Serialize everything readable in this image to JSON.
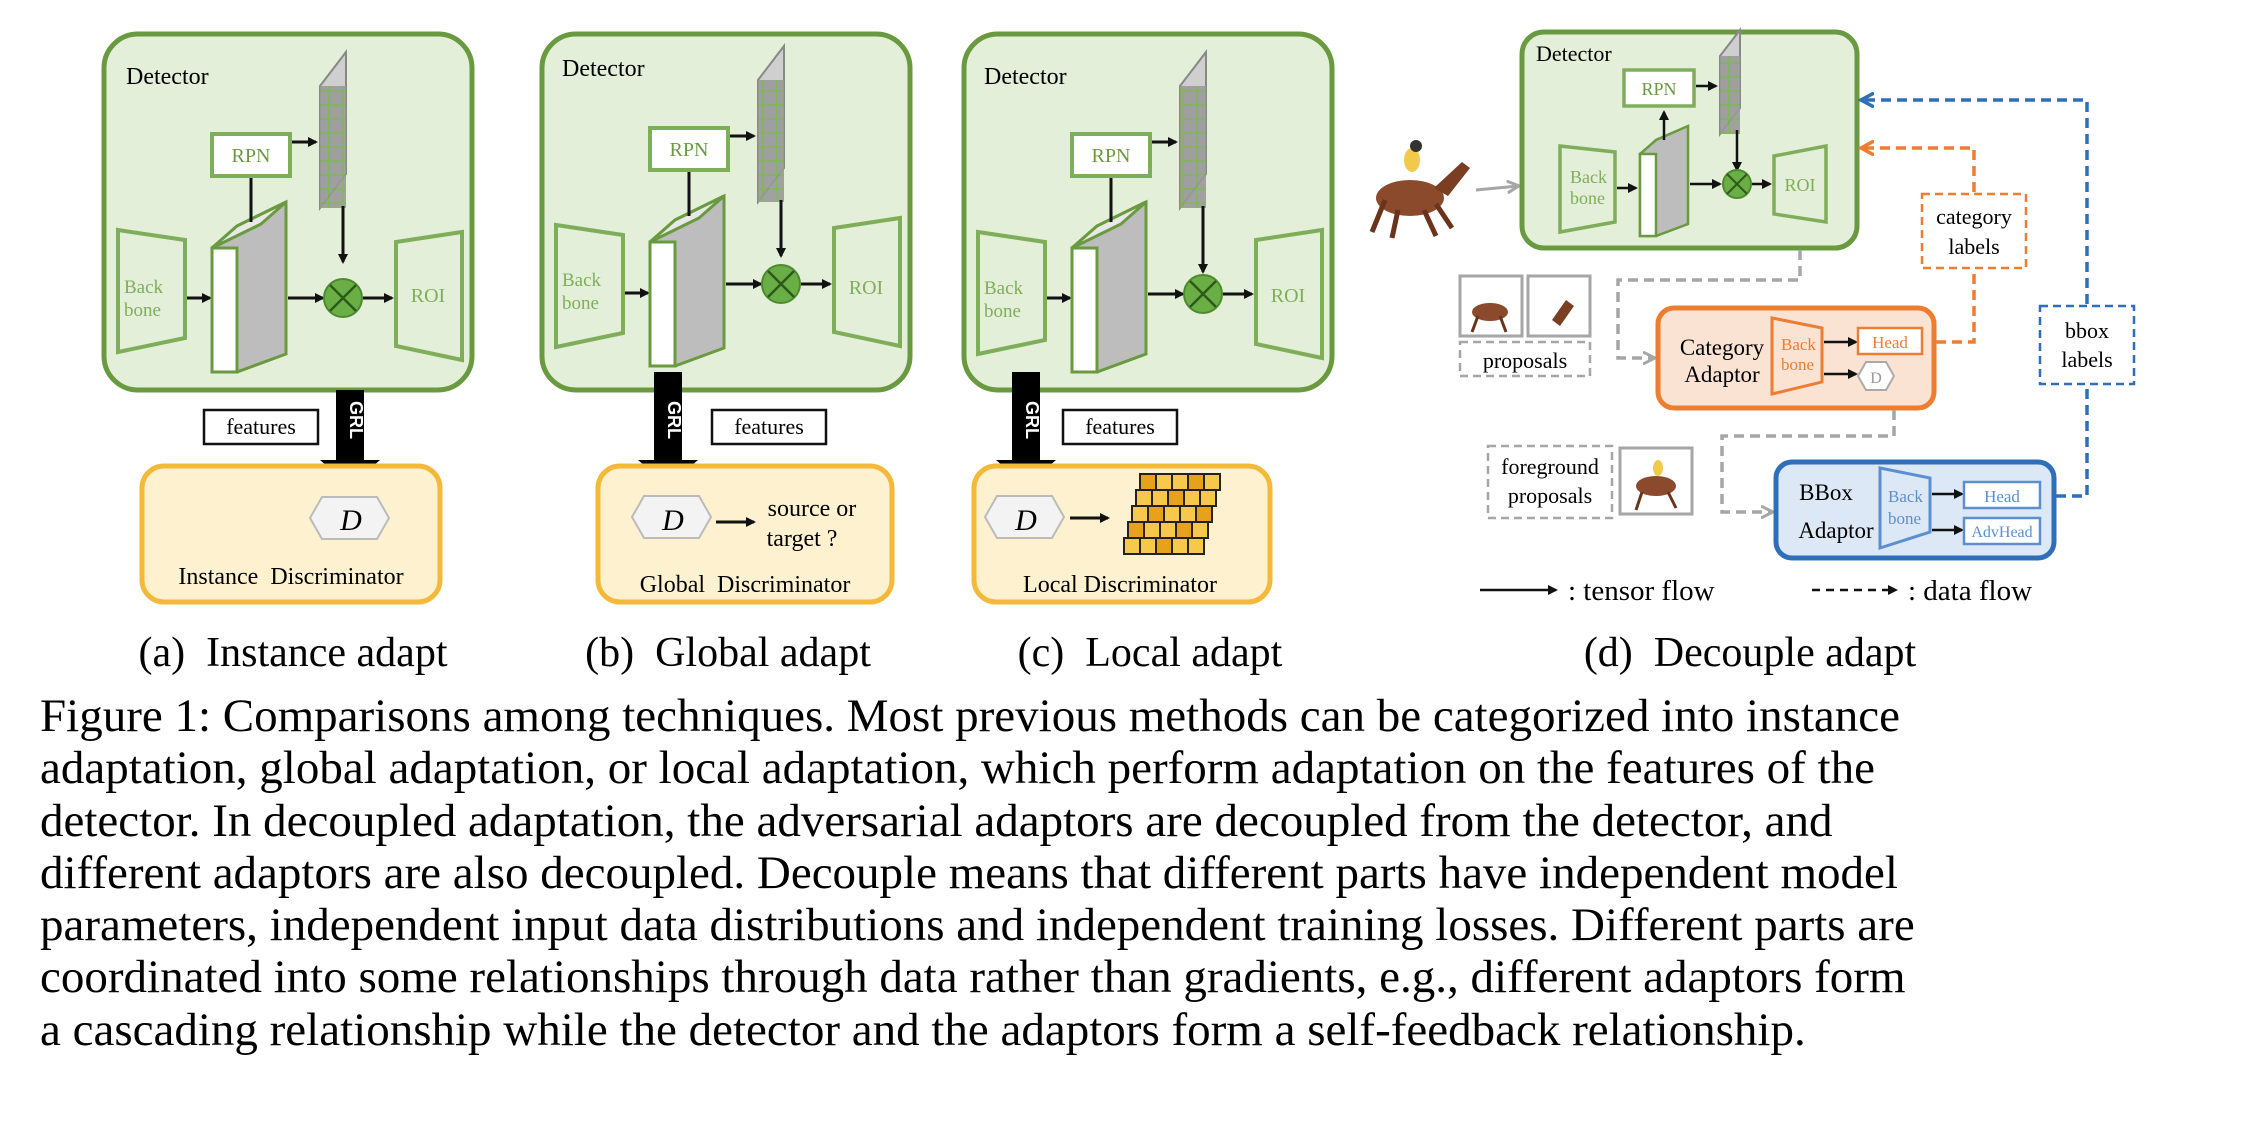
{
  "panels": [
    {
      "id": "a",
      "detector_label": "Detector",
      "rpn_label": "RPN",
      "backbone_label": [
        "Back",
        "bone"
      ],
      "roi_label": "ROI",
      "grl_label": "GRL",
      "features_label": "features",
      "d_label": "D",
      "discriminator_label": "Instance  Discriminator",
      "subcaption": "(a)  Instance adapt"
    },
    {
      "id": "b",
      "detector_label": "Detector",
      "rpn_label": "RPN",
      "backbone_label": [
        "Back",
        "bone"
      ],
      "roi_label": "ROI",
      "grl_label": "GRL",
      "features_label": "features",
      "d_label": "D",
      "output_label": [
        "source or",
        "target ?"
      ],
      "discriminator_label": "Global  Discriminator",
      "subcaption": "(b)  Global adapt"
    },
    {
      "id": "c",
      "detector_label": "Detector",
      "rpn_label": "RPN",
      "backbone_label": [
        "Back",
        "bone"
      ],
      "roi_label": "ROI",
      "grl_label": "GRL",
      "features_label": "features",
      "d_label": "D",
      "discriminator_label": "Local Discriminator",
      "subcaption": "(c)  Local adapt"
    },
    {
      "id": "d",
      "detector_label": "Detector",
      "rpn_label": "RPN",
      "backbone_label": [
        "Back",
        "bone"
      ],
      "roi_label": "ROI",
      "proposals_label": "proposals",
      "category_adaptor_label": [
        "Category",
        "Adaptor"
      ],
      "category_backbone_label": [
        "Back",
        "bone"
      ],
      "category_head_label": "Head",
      "category_d_label": "D",
      "category_labels_label": [
        "category",
        "labels"
      ],
      "bbox_labels_label": [
        "bbox",
        "labels"
      ],
      "foreground_proposals_label": [
        "foreground",
        "proposals"
      ],
      "bbox_adaptor_label": [
        "BBox",
        "Adaptor"
      ],
      "bbox_backbone_label": [
        "Back",
        "bone"
      ],
      "bbox_head_label": "Head",
      "bbox_advhead_label": "AdvHead",
      "legend_tensor_flow": ": tensor flow",
      "legend_data_flow": ": data flow",
      "subcaption": "(d)  Decouple adapt"
    }
  ],
  "colors": {
    "detector_border": "#6a9a40",
    "detector_fill": "#e3efd9",
    "discriminator_border": "#f4b93b",
    "discriminator_fill": "#fdf1cf",
    "category_adaptor": "#ed7d31",
    "bbox_adaptor": "#2f6fba",
    "data_flow_gray": "#a6a6a6"
  },
  "icons": [
    "racing-horse-icon",
    "multiply-node-icon",
    "hexagon-discriminator-icon",
    "feature-map-icon",
    "grid-map-icon"
  ],
  "caption_lines": [
    "Figure 1: Comparisons among techniques. Most previous methods can be categorized into instance",
    "adaptation, global adaptation, or local adaptation, which perform adaptation on the features of the",
    "detector.  In decoupled adaptation, the adversarial adaptors are decoupled from the detector, and",
    "different adaptors are also decoupled. Decouple means that different parts have independent model",
    "parameters, independent input data distributions and independent training losses. Different parts are",
    "coordinated into some relationships through data rather than gradients, e.g., different adaptors form",
    "a cascading relationship while the detector and the adaptors form a self-feedback relationship."
  ]
}
